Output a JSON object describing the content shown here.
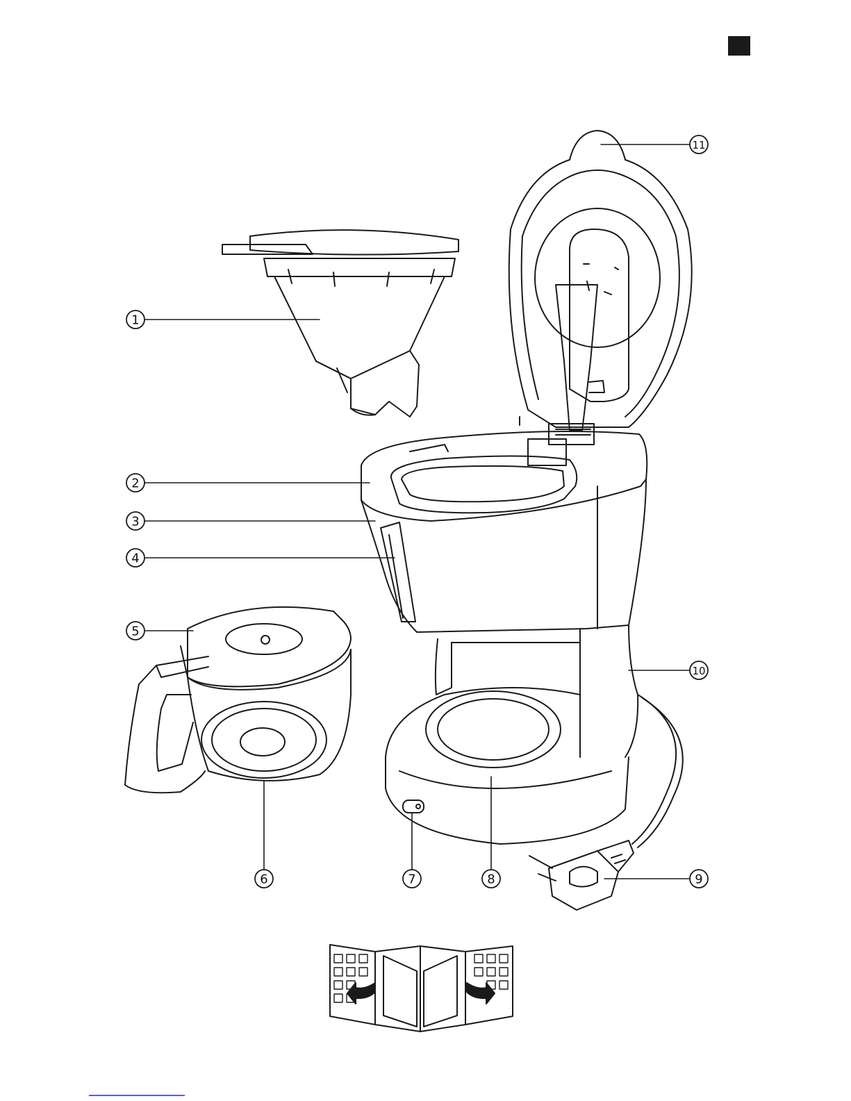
{
  "colors": {
    "line": "#1a1a1a",
    "page": "#ffffff",
    "corner_block": "#1a1a1a",
    "fold_bar": "#5b5be8"
  },
  "callouts": [
    {
      "id": "c1",
      "number": "1"
    },
    {
      "id": "c2",
      "number": "2"
    },
    {
      "id": "c3",
      "number": "3"
    },
    {
      "id": "c4",
      "number": "4"
    },
    {
      "id": "c5",
      "number": "5"
    },
    {
      "id": "c6",
      "number": "6"
    },
    {
      "id": "c7",
      "number": "7"
    },
    {
      "id": "c8",
      "number": "8"
    },
    {
      "id": "c9",
      "number": "9"
    },
    {
      "id": "c10",
      "number": "10"
    },
    {
      "id": "c11",
      "number": "11"
    }
  ],
  "icons": {
    "foldout": "foldout-pages-icon"
  }
}
